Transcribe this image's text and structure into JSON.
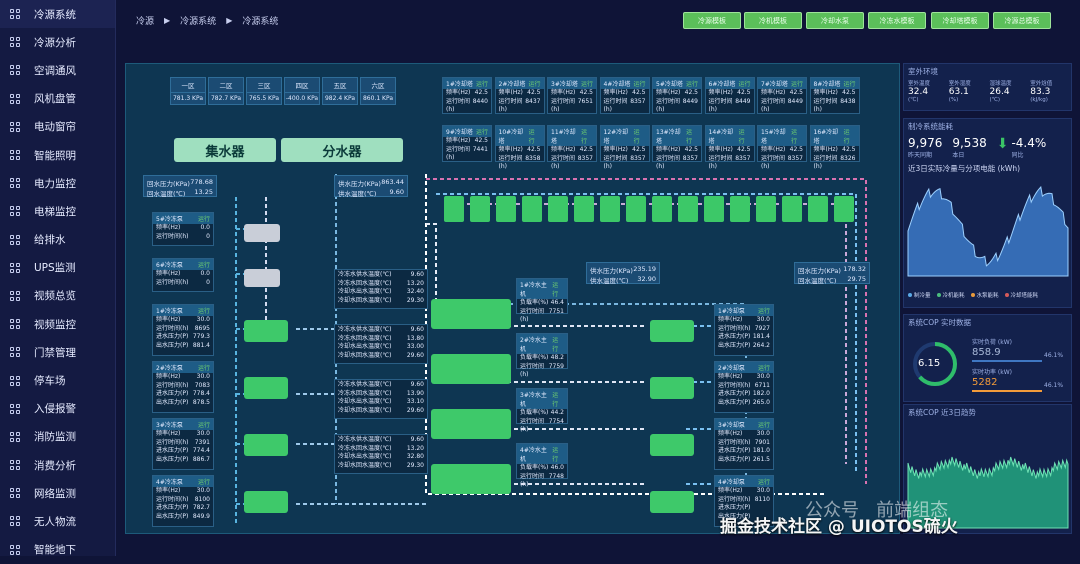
{
  "sidebar": {
    "items": [
      "冷源系统",
      "冷源分析",
      "空调通风",
      "风机盘管",
      "电动窗帘",
      "智能照明",
      "电力监控",
      "电梯监控",
      "给排水",
      "UPS监测",
      "视频总览",
      "视频监控",
      "门禁管理",
      "停车场",
      "入侵报警",
      "消防监测",
      "消费分析",
      "网络监测",
      "无人物流",
      "智能地下"
    ]
  },
  "breadcrumb": [
    "冷源",
    "冷源系统",
    "冷源系统"
  ],
  "top_buttons": [
    "冷源模板",
    "冷机模板",
    "冷却水泵",
    "冷冻水模板",
    "冷却塔模板",
    "冷源总模板"
  ],
  "pressure_headers": [
    [
      "一区",
      "781.3",
      "KPa"
    ],
    [
      "二区",
      "782.7",
      "KPa"
    ],
    [
      "三区",
      "765.5",
      "KPa"
    ],
    [
      "四区",
      "-400.0",
      "KPa"
    ],
    [
      "五区",
      "982.4",
      "KPa"
    ],
    [
      "六区",
      "860.1",
      "KPa"
    ]
  ],
  "collector": "集水器",
  "distributor": "分水器",
  "return_info": {
    "pressure_label": "回水压力(KPa)",
    "pressure": "778.68",
    "temp_label": "回水温度(℃)",
    "temp": "13.25"
  },
  "supply_info": {
    "pressure_label": "供水压力(KPa)",
    "pressure": "863.44",
    "temp_label": "供水温度(℃)",
    "temp": "9.60"
  },
  "mid_supply": {
    "p_label": "供水压力(KPa)",
    "p": "235.19",
    "t_label": "供水温度(℃)",
    "t": "32.90"
  },
  "mid_return": {
    "p_label": "回水压力(KPa)",
    "p": "178.32",
    "t_label": "回水温度(℃)",
    "t": "29.75"
  },
  "towers_row1": [
    [
      "1#冷却塔",
      "42.5",
      "8440"
    ],
    [
      "2#冷却塔",
      "42.5",
      "8437"
    ],
    [
      "3#冷却塔",
      "42.5",
      "7651"
    ],
    [
      "4#冷却塔",
      "42.5",
      "8357"
    ],
    [
      "5#冷却塔",
      "42.5",
      "8449"
    ],
    [
      "6#冷却塔",
      "42.5",
      "8449"
    ],
    [
      "7#冷却塔",
      "42.5",
      "8449"
    ],
    [
      "8#冷却塔",
      "42.5",
      "8438"
    ]
  ],
  "towers_row2": [
    [
      "9#冷却塔",
      "42.5",
      "7441"
    ],
    [
      "10#冷却塔",
      "42.5",
      "8358"
    ],
    [
      "11#冷却塔",
      "42.5",
      "8357"
    ],
    [
      "12#冷却塔",
      "42.5",
      "8357"
    ],
    [
      "13#冷却塔",
      "42.5",
      "8357"
    ],
    [
      "14#冷却塔",
      "42.5",
      "8357"
    ],
    [
      "15#冷却塔",
      "42.5",
      "8357"
    ],
    [
      "16#冷却塔",
      "42.5",
      "8326"
    ]
  ],
  "tower_fields": [
    "频率(Hz)",
    "运行时间(h)"
  ],
  "spare_pumps": [
    [
      "5#冷冻泵",
      "0.0",
      "0"
    ],
    [
      "6#冷冻泵",
      "0.0",
      "0"
    ]
  ],
  "spare_fields": [
    "频率(Hz)",
    "运行时间(h)"
  ],
  "chw_pumps": [
    [
      "1#冷冻泵",
      "30.0",
      "8695",
      "779.3",
      "881.4"
    ],
    [
      "2#冷冻泵",
      "30.0",
      "7083",
      "778.4",
      "878.5"
    ],
    [
      "3#冷冻泵",
      "30.0",
      "7391",
      "774.4",
      "886.7"
    ],
    [
      "4#冷冻泵",
      "30.0",
      "8100",
      "782.7",
      "849.9"
    ]
  ],
  "chw_fields": [
    "频率(Hz)",
    "运行时间(h)",
    "进水压力(P)",
    "出水压力(P)"
  ],
  "chiller_temps": [
    [
      "9.60",
      "13.20",
      "32.40",
      "29.30"
    ],
    [
      "9.60",
      "13.80",
      "33.00",
      "29.60"
    ],
    [
      "9.60",
      "13.90",
      "33.10",
      "29.60"
    ],
    [
      "9.60",
      "13.20",
      "32.80",
      "29.30"
    ]
  ],
  "chiller_temp_fields": [
    "冷冻水供水温度(℃)",
    "冷冻水回水温度(℃)",
    "冷却水出水温度(℃)",
    "冷却水回水温度(℃)"
  ],
  "chillers": [
    [
      "1#冷水主机",
      "46.4",
      "7751"
    ],
    [
      "2#冷水主机",
      "48.2",
      "7759"
    ],
    [
      "3#冷水主机",
      "44.2",
      "7754"
    ],
    [
      "4#冷水主机",
      "46.0",
      "7748"
    ]
  ],
  "chiller_fields": [
    "负载率(%)",
    "运行时间(h)"
  ],
  "cw_pumps": [
    [
      "1#冷却泵",
      "30.0",
      "7927",
      "181.4",
      "264.2"
    ],
    [
      "2#冷却泵",
      "30.0",
      "6711",
      "182.0",
      "265.0"
    ],
    [
      "3#冷却泵",
      "30.0",
      "7901",
      "181.0",
      "261.5"
    ],
    [
      "4#冷却泵",
      "30.0",
      "8110",
      "",
      ""
    ]
  ],
  "cw_fields": [
    "频率(Hz)",
    "运行时间(h)",
    "进水压力(P)",
    "出水压力(P)"
  ],
  "status_on": "运行",
  "outdoor": {
    "title": "室外环境",
    "items": [
      [
        "室外温度",
        "32.4",
        "(℃)"
      ],
      [
        "室外湿度",
        "63.1",
        "(%)"
      ],
      [
        "湿球温度",
        "26.4",
        "(℃)"
      ],
      [
        "室外焓值",
        "83.3",
        "(kJ/kg)"
      ]
    ]
  },
  "energy": {
    "title": "制冷系统能耗",
    "v1": "9,976",
    "l1": "昨天同期",
    "v2": "9,538",
    "l2": "本日",
    "pct": "-4.4%",
    "pl": "同比"
  },
  "chart1": {
    "title": "近3日实际冷量与分项电能 (kWh)",
    "legend": [
      "制冷量",
      "冷机能耗",
      "水泵能耗",
      "冷却塔能耗"
    ],
    "colors": [
      "#5aa9e6",
      "#4bbd7e",
      "#e89a3c",
      "#d55a5a"
    ]
  },
  "cop": {
    "title": "系统COP 实时数据",
    "value": "6.15",
    "r1_label": "实时负荷 (kW)",
    "r1": "858.9",
    "r1_max": "46.1%",
    "r2_label": "实时功率 (kW)",
    "r2": "5282",
    "r2_max": "46.1%"
  },
  "chart2": {
    "title": "系统COP 近3日趋势"
  },
  "watermark": "掘金技术社区 @ UIOTOS硫火",
  "watermark2": "前端组态",
  "wm_pub": "公众号"
}
